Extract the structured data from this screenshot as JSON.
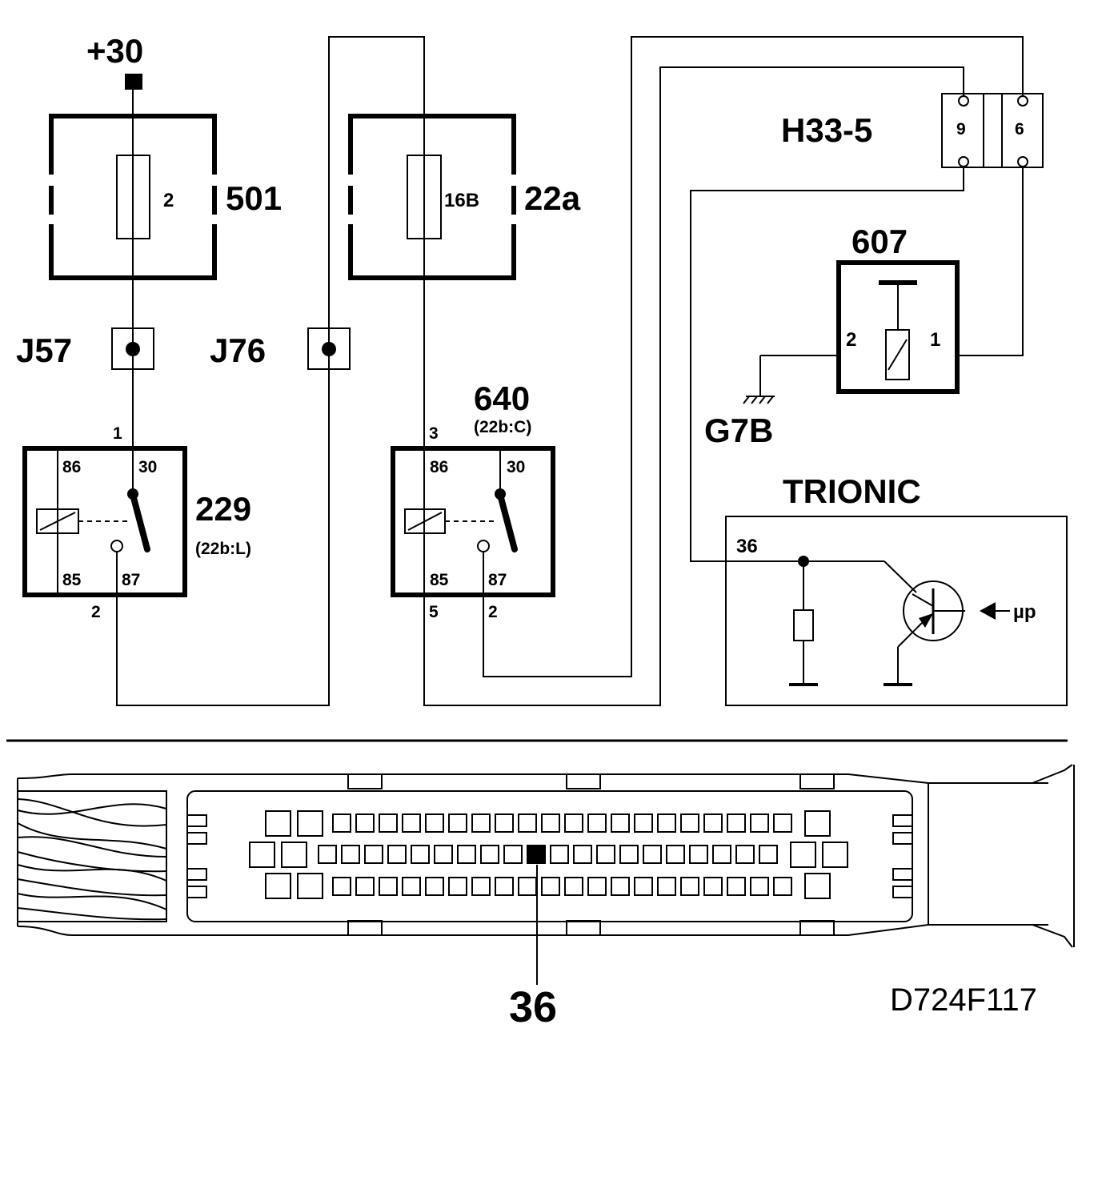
{
  "supply": {
    "label": "+30"
  },
  "fuse_501": {
    "fuse": "2",
    "label": "501"
  },
  "fuse_22a": {
    "fuse": "16B",
    "label": "22a"
  },
  "splice_j57": {
    "label": "J57"
  },
  "splice_j76": {
    "label": "J76"
  },
  "connector_h33": {
    "label": "H33-5",
    "pin_a": "9",
    "pin_b": "6"
  },
  "component_607": {
    "label": "607",
    "pin_left": "2",
    "pin_right": "1"
  },
  "ground": {
    "label": "G7B"
  },
  "relay_229": {
    "label": "229",
    "sub": "(22b:L)",
    "p86": "86",
    "p30": "30",
    "p85": "85",
    "p87": "87",
    "wire_top": "1",
    "wire_bottom": "2"
  },
  "relay_640": {
    "label": "640",
    "sub": "(22b:C)",
    "p86": "86",
    "p30": "30",
    "p85": "85",
    "p87": "87",
    "wire_top": "3",
    "wire_left": "5",
    "wire_right": "2"
  },
  "trionic": {
    "label": "TRIONIC",
    "pin": "36",
    "signal": "µp"
  },
  "connector_pin": {
    "label": "36"
  },
  "figure_id": "D724F117"
}
